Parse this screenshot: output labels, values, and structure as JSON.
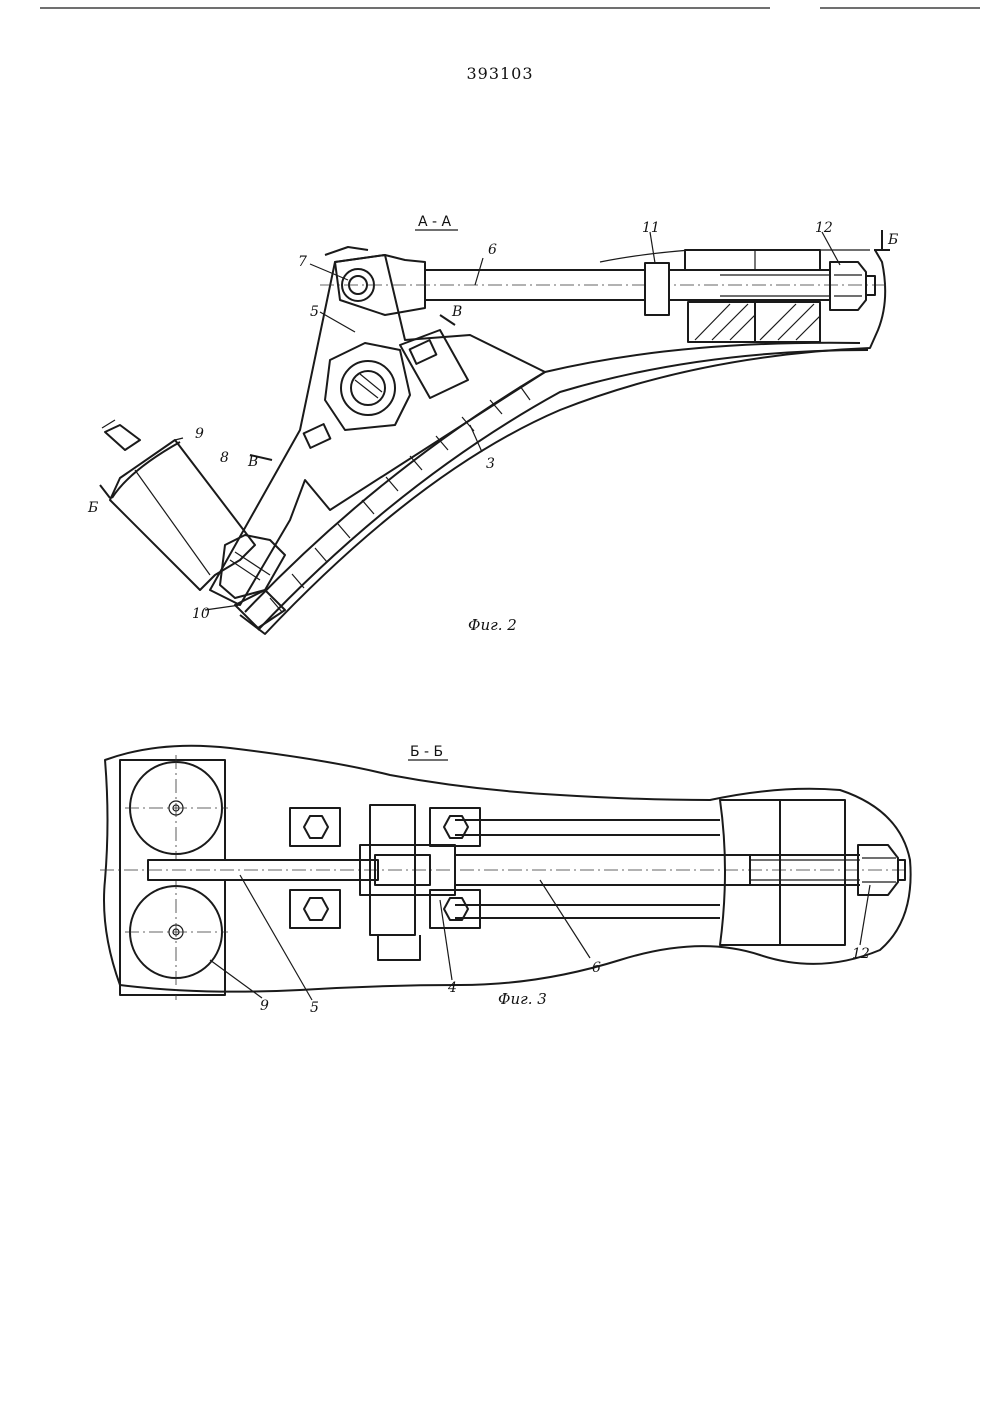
{
  "page_number": "393103",
  "figure2": {
    "section_label": "А - А",
    "caption": "Фиг. 2",
    "labels": {
      "l7": "7",
      "l6": "6",
      "l5": "5",
      "l11": "11",
      "l12": "12",
      "l9": "9",
      "l8": "8",
      "l3": "3",
      "l10": "10",
      "cut_B_top": "Б",
      "cut_B_left": "Б",
      "cut_V_1": "В",
      "cut_V_2": "В"
    }
  },
  "figure3": {
    "section_label": "Б - Б",
    "caption": "Фиг. 3",
    "labels": {
      "l9": "9",
      "l5": "5",
      "l4": "4",
      "l6": "6",
      "l12": "12"
    }
  }
}
